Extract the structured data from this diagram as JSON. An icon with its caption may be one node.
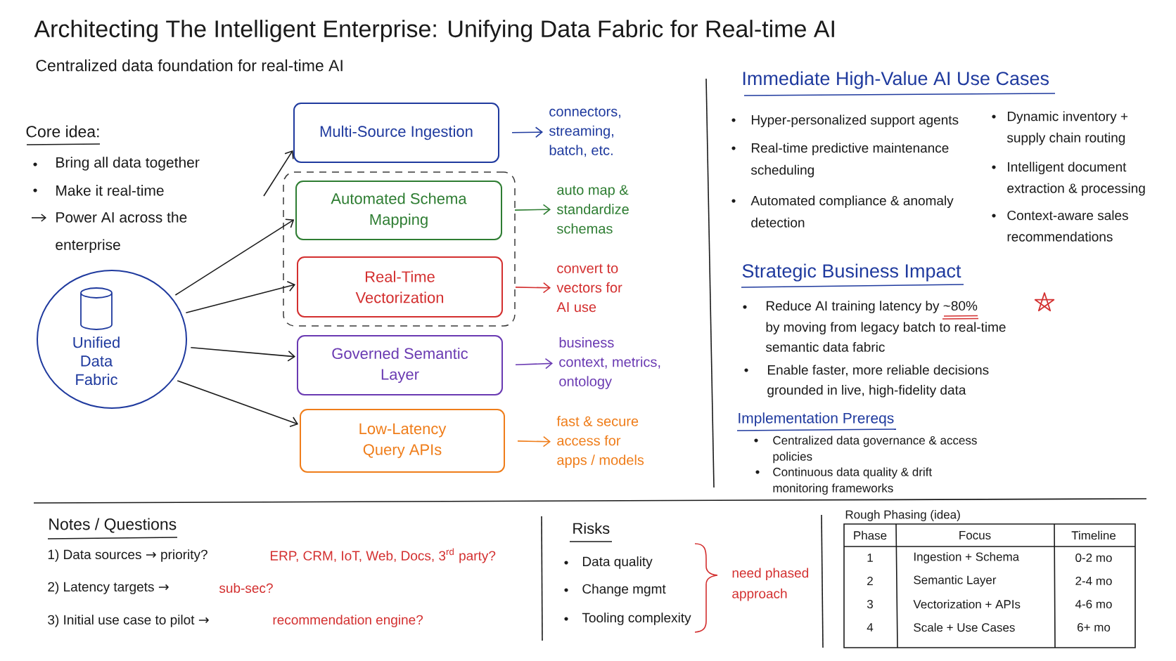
{
  "diagram": {
    "title": "Architecting The Intelligent Enterprise: Unifying Data Fabric for Real-time AI",
    "nodes": [
      {
        "text": [
          "Unified Data Fabric"
        ]
      },
      {
        "text": [
          "Multi-Source Ingestion"
        ]
      },
      {
        "text": [],
        "shape": "box"
      },
      {
        "text": [
          "Automated Schema Mapping"
        ],
        "in": 2
      },
      {
        "text": [
          "Real-Time Vectorization"
        ],
        "in": 2
      },
      {
        "text": [
          "Governed Semantic Layer"
        ]
      },
      {
        "text": [
          "Low-Latency Query APIs"
        ]
      },
      {
        "text": [
          "connectors, streaming, batch, etc."
        ]
      },
      {
        "text": [
          "auto map & standardize schemas"
        ]
      },
      {
        "text": [
          "convert to vectors for AI use"
        ]
      },
      {
        "text": [
          "business context, metrics, ontology"
        ]
      },
      {
        "text": [
          "fast & secure access for apps / models"
        ]
      }
    ],
    "edges": [
      {
        "from": null,
        "to": 1,
        "arrow": "to"
      },
      {
        "from": 0,
        "to": 3,
        "arrow": "to"
      },
      {
        "from": 0,
        "to": 4,
        "arrow": "to"
      },
      {
        "from": 0,
        "to": 5,
        "arrow": "to"
      },
      {
        "from": 0,
        "to": 6,
        "arrow": "to"
      },
      {
        "from": 1,
        "to": 7,
        "arrow": "to",
        "color": "#1f3a9e"
      },
      {
        "from": 3,
        "to": 8,
        "arrow": "to",
        "color": "#2e7d32"
      },
      {
        "from": 4,
        "to": 9,
        "arrow": "to",
        "color": "#d32f2f"
      },
      {
        "from": 5,
        "to": 10,
        "arrow": "to",
        "color": "#6a3ab2"
      },
      {
        "from": 6,
        "to": 11,
        "arrow": "to",
        "color": "#ef7d1a"
      }
    ],
    "labels": [
      "Centralized data foundation for real-time AI",
      "Core idea:",
      "Bring all data together",
      "Make it real-time",
      "Power AI across the enterprise",
      "Immediate High-Value AI Use Cases",
      "Hyper-personalized support agents",
      "Real-time predictive maintenance scheduling",
      "Automated compliance & anomaly detection",
      "Dynamic inventory + supply chain routing",
      "Intelligent document extraction & processing",
      "Context-aware sales recommendations",
      "Strategic Business Impact",
      "Reduce AI training latency by ~80%",
      "by moving from legacy batch to real-time semantic data fabric",
      "Enable faster, more reliable decisions grounded in live, high-fidelity data",
      "Implementation Prereqs",
      "Centralized data governance & access policies",
      "Continuous data quality & drift monitoring frameworks",
      "Notes / Questions",
      "1) Data sources → priority?",
      "ERP, CRM, IoT, Web, Docs, 3$^{rd}$ party?",
      "2) Latency targets →",
      "sub-sec?",
      "3) Initial use case to pilot →",
      "recommendation engine?",
      "Risks",
      "Data quality",
      "Change mgmt",
      "Tooling complexity",
      "need phased approach",
      "Rough Phasing (idea)",
      "Phase",
      "Focus",
      "Timeline",
      "1",
      "Ingestion + Schema",
      "0-2 mo",
      "2",
      "Semantic Layer",
      "2-4 mo",
      "3",
      "Vectorization + APIs",
      "4-6 mo",
      "4",
      "Scale + Use Cases",
      "6+ mo"
    ]
  }
}
